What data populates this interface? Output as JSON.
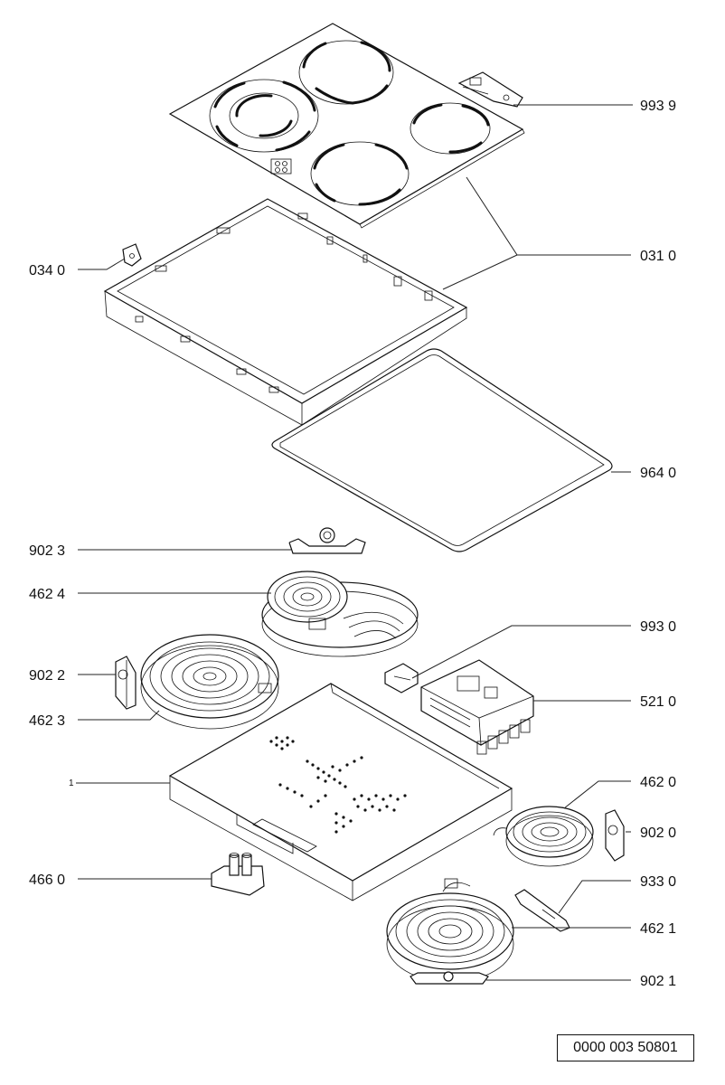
{
  "labels": {
    "l9939": "993 9",
    "l0310": "031 0",
    "l0340": "034 0",
    "l9640": "964 0",
    "l9023": "902 3",
    "l4624": "462 4",
    "l9930": "993 0",
    "l9022": "902 2",
    "l5210": "521 0",
    "l4623": "462 3",
    "l1": "1",
    "l4620": "462 0",
    "l9020": "902 0",
    "l4660": "466 0",
    "l9330": "933 0",
    "l4621": "462 1",
    "l9021": "902 1"
  },
  "reference": "0000 003 50801"
}
